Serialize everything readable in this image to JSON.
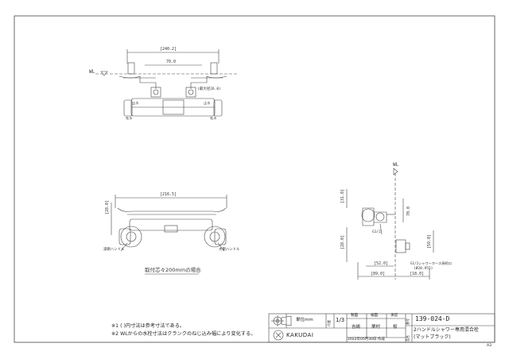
{
  "sheet_code": "A3",
  "views": {
    "top": {
      "wl": "WL",
      "dim_overall": "[240.2]",
      "dim_pitch": "70.0",
      "dim_small": "(最大径26.0)",
      "tag_left_top": "止水",
      "tag_left_bottom": "吐水",
      "tag_right_top": "止水",
      "tag_right_bottom": "吐水"
    },
    "front": {
      "dim_width": "[216.5]",
      "dim_height": "[28.0]",
      "label_left_handle": "湯側ハンドル",
      "label_right_handle": "水側ハンドル",
      "caption": "取付芯々200mmの場合"
    },
    "side": {
      "wl": "WL",
      "dim_top": "[31.0]",
      "dim_right": "70.0",
      "dim_thread": "G1/2",
      "dim_left": "[28.0]",
      "dim_body": "[52.0]",
      "dim_total": "[89.0]",
      "dim_outlet": "[18.0]",
      "dim_vertical": "[59.0]",
      "note_connector": "G1/2シャワーホース接続口",
      "note_offset": "(Ø20.955)"
    }
  },
  "notes": [
    "※1 ( )内寸法は参考寸法である。",
    "※2 WLからの水栓寸法はクランクのねじ込み幅により変化する。"
  ],
  "title_block": {
    "unit_label": "単位mm",
    "scale_label": "尺度",
    "scale_value": "1/3",
    "role_1": "製図",
    "role_2": "検図",
    "role_3": "承認",
    "person_1": "吉嶋",
    "person_2": "栗村",
    "person_3": "桜",
    "brand": "KAKUDAI",
    "date": "2022年05月30日 作成",
    "product_code": "139-024-D",
    "product_name_1": "2ハンドルシャワー専用混合栓",
    "product_name_2": "(マットブラック)",
    "side_1": "番号",
    "side_2": "品名"
  }
}
